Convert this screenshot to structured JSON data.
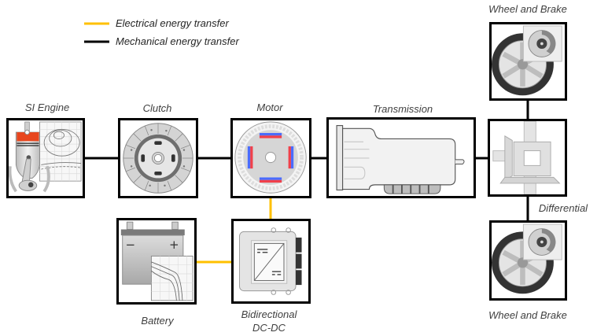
{
  "legend": {
    "electrical": {
      "label": "Electrical energy transfer",
      "color": "#FFC000"
    },
    "mechanical": {
      "label": "Mechanical energy transfer",
      "color": "#000000"
    }
  },
  "components": {
    "si_engine": {
      "label": "SI Engine"
    },
    "clutch": {
      "label": "Clutch"
    },
    "motor": {
      "label": "Motor"
    },
    "transmission": {
      "label": "Transmission"
    },
    "differential": {
      "label": "Differential"
    },
    "wheel_top": {
      "label": "Wheel and Brake"
    },
    "wheel_bottom": {
      "label": "Wheel and Brake"
    },
    "battery": {
      "label": "Battery",
      "minus": "−",
      "plus": "+"
    },
    "dcdc": {
      "label_line1": "Bidirectional",
      "label_line2": "DC-DC"
    }
  },
  "connections": [
    {
      "from": "SI Engine",
      "to": "Clutch",
      "type": "mechanical"
    },
    {
      "from": "Clutch",
      "to": "Motor",
      "type": "mechanical"
    },
    {
      "from": "Motor",
      "to": "Transmission",
      "type": "mechanical"
    },
    {
      "from": "Transmission",
      "to": "Differential",
      "type": "mechanical"
    },
    {
      "from": "Differential",
      "to": "Wheel and Brake (top)",
      "type": "mechanical"
    },
    {
      "from": "Differential",
      "to": "Wheel and Brake (bottom)",
      "type": "mechanical"
    },
    {
      "from": "Motor",
      "to": "Bidirectional DC-DC",
      "type": "electrical"
    },
    {
      "from": "Battery",
      "to": "Bidirectional DC-DC",
      "type": "electrical"
    }
  ]
}
